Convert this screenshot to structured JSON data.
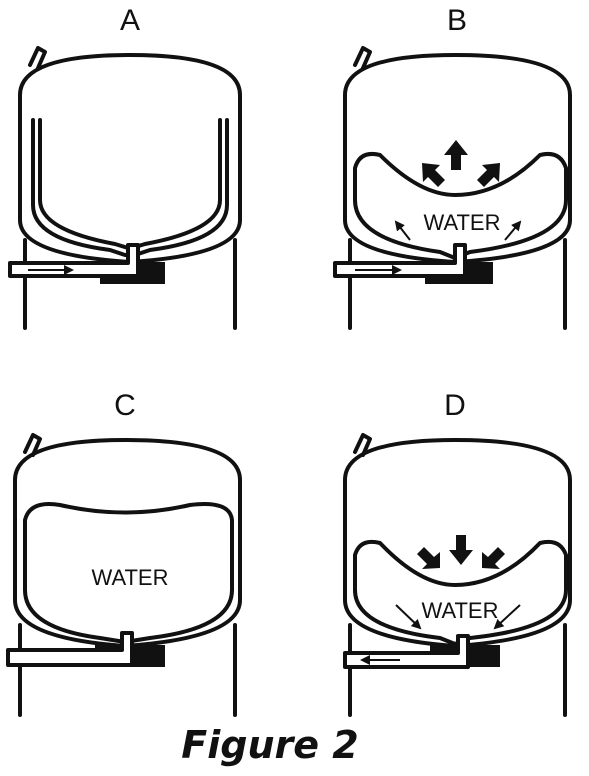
{
  "figure": {
    "caption": "Figure 2",
    "panels": [
      {
        "id": "A",
        "letter": "A",
        "water_label": ""
      },
      {
        "id": "B",
        "letter": "B",
        "water_label": "WATER"
      },
      {
        "id": "C",
        "letter": "C",
        "water_label": "WATER"
      },
      {
        "id": "D",
        "letter": "D",
        "water_label": "WATER"
      }
    ]
  },
  "colors": {
    "ink": "#111111",
    "paper": "#ffffff"
  }
}
